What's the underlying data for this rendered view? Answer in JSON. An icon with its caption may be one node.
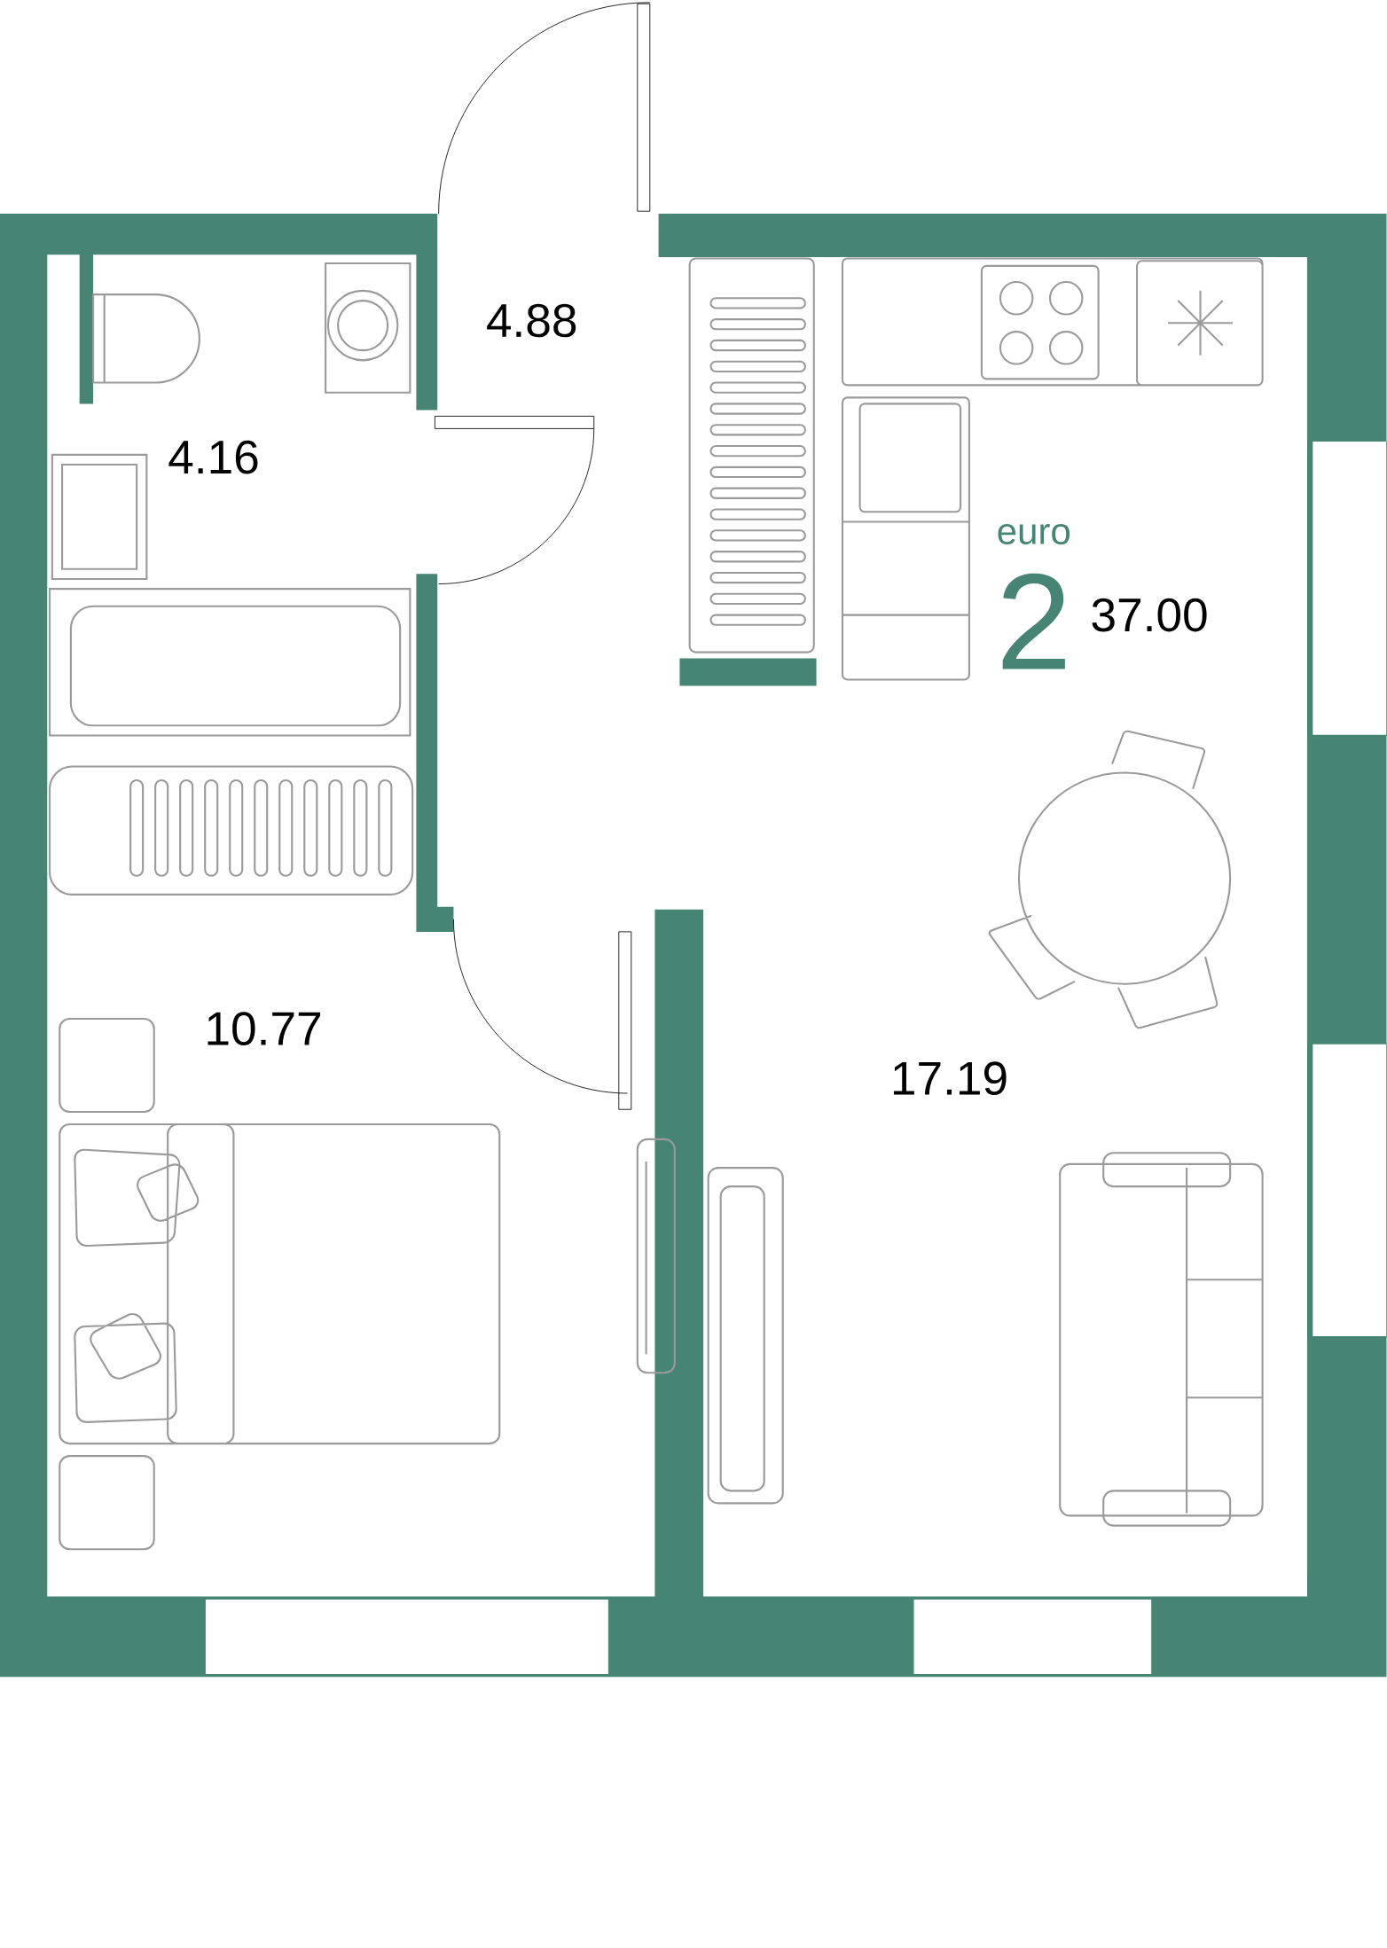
{
  "diagram": {
    "labels": [
      "4.88",
      "4.16",
      "euro",
      "2",
      "37.00",
      "10.77",
      "17.19"
    ]
  }
}
